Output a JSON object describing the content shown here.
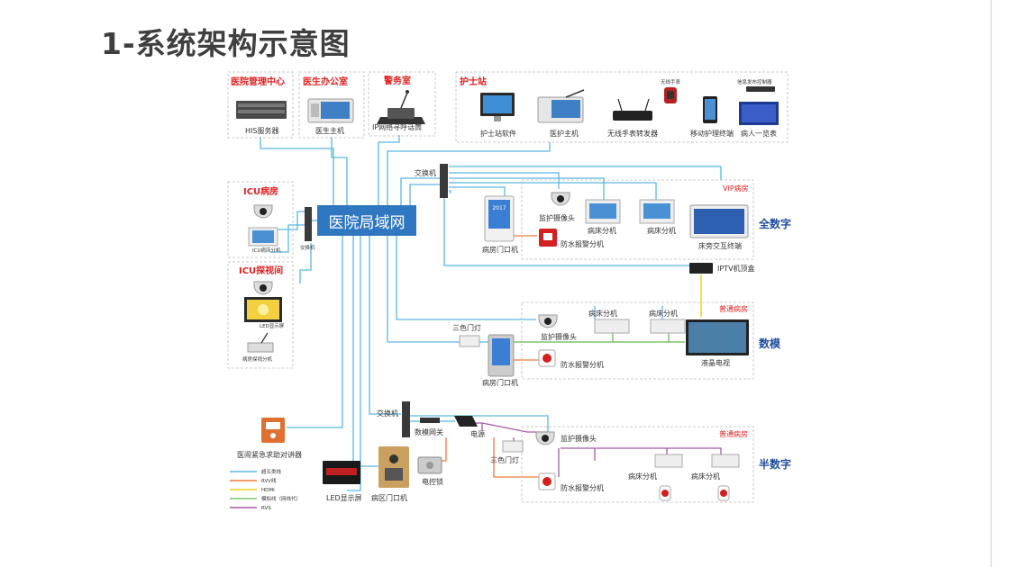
{
  "title": "1-系统架构示意图",
  "center_label": "医院局域网",
  "top_rooms": {
    "his": {
      "title": "医院管理中心",
      "label": "HIS服务器"
    },
    "doctor": {
      "title": "医生办公室",
      "label": "医生主机"
    },
    "police": {
      "title": "警务室",
      "label": "IP网络寻呼话筒"
    }
  },
  "nurse_station": {
    "title": "护士站",
    "items": {
      "software": "护士站软件",
      "host": "医护主机",
      "watch_title": "无线手表",
      "transmitter": "无线手表转发器",
      "mobile": "移动护理终端",
      "info_title": "信息发布控制器",
      "patients": "病人一览表"
    }
  },
  "icu": {
    "title": "ICU病房",
    "bed_label": "ICU病床分机",
    "switch_label": "交换机"
  },
  "icu_visit": {
    "title": "ICU探视间",
    "led_label": "LED显示屏",
    "ext_label": "病房探视分机"
  },
  "switch_top_label": "交换机",
  "vip": {
    "tag": "VIP病房",
    "camera": "监护摄像头",
    "bed1": "病床分机",
    "bed2": "病床分机",
    "terminal": "床旁交互终端",
    "door": "病房门口机",
    "alarm": "防水报警分机",
    "iptv": "IPTV机顶盒",
    "door_screen": "2017",
    "side": "全数字"
  },
  "analog": {
    "tag": "普通病房",
    "light": "三色门灯",
    "camera": "监护摄像头",
    "bed1": "病床分机",
    "bed2": "病床分机",
    "tv": "液晶电视",
    "alarm": "防水报警分机",
    "door": "病房门口机",
    "side": "数模"
  },
  "semi": {
    "switch": "交换机",
    "gateway": "数模网关",
    "power": "电源",
    "light": "三色门灯",
    "tag": "普通病房",
    "camera": "监护摄像头",
    "alarm": "防水报警分机",
    "bed1": "病床分机",
    "bed2": "病床分机",
    "side": "半数字"
  },
  "bottom": {
    "emergency": "医闹紧急求助对讲器",
    "led": "LED显示屏",
    "ward_door": "病区门口机",
    "lock": "电控锁"
  },
  "legend": [
    {
      "label": "超五类线",
      "color": "#5bb7e0"
    },
    {
      "label": "RVV线",
      "color": "#f07a3c"
    },
    {
      "label": "HDMI",
      "color": "#f0d020"
    },
    {
      "label": "模拟线（网线代）",
      "color": "#7cc66b"
    },
    {
      "label": "RVS",
      "color": "#a35aa8"
    }
  ]
}
